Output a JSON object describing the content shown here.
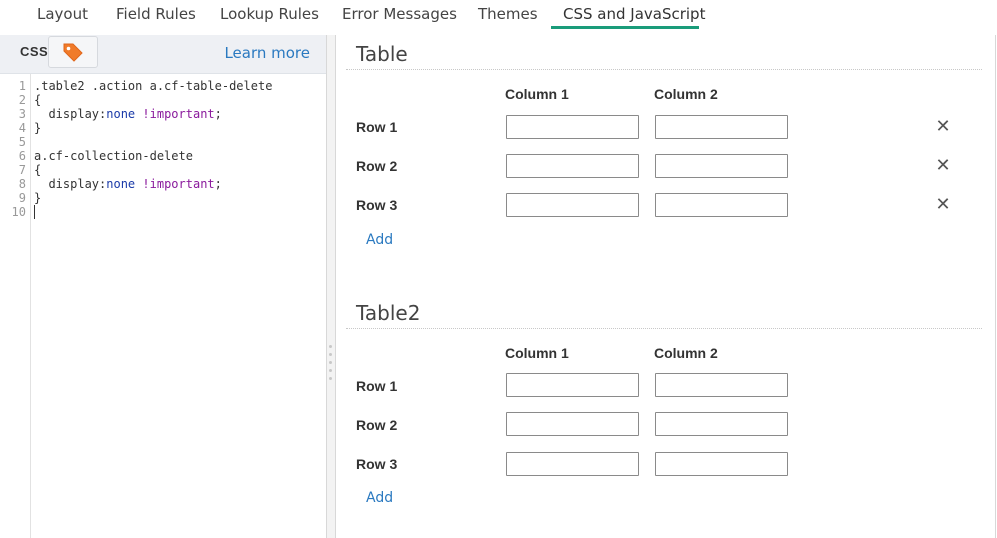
{
  "tabs": [
    {
      "label": "Layout"
    },
    {
      "label": "Field Rules"
    },
    {
      "label": "Lookup Rules"
    },
    {
      "label": "Error Messages"
    },
    {
      "label": "Themes"
    },
    {
      "label": "CSS and JavaScript",
      "active": true
    }
  ],
  "css_panel": {
    "label": "CSS",
    "tag_icon": "tag-icon",
    "learn_more": "Learn more",
    "line_numbers": [
      "1",
      "2",
      "3",
      "4",
      "5",
      "6",
      "7",
      "8",
      "9",
      "10"
    ],
    "code": {
      "l1": ".table2 .action a.cf-table-delete",
      "l2": "{",
      "l3_prop": "  display:",
      "l3_val": "none",
      "l3_imp": "!important",
      "l3_end": ";",
      "l4": "}",
      "l6": "a.cf-collection-delete",
      "l7": "{",
      "l8_prop": "  display:",
      "l8_val": "none",
      "l8_imp": "!important",
      "l8_end": ";",
      "l9": "}"
    }
  },
  "table1": {
    "title": "Table",
    "columns": [
      "Column 1",
      "Column 2"
    ],
    "rows": [
      "Row 1",
      "Row 2",
      "Row 3"
    ],
    "delete_glyph": "✕",
    "add_label": "Add"
  },
  "table2": {
    "title": "Table2",
    "columns": [
      "Column 1",
      "Column 2"
    ],
    "rows": [
      "Row 1",
      "Row 2",
      "Row 3"
    ],
    "add_label": "Add"
  },
  "colors": {
    "active_tab_underline": "#1a9c7a",
    "link": "#2a79c0",
    "tag_icon": "#f07b2a"
  }
}
